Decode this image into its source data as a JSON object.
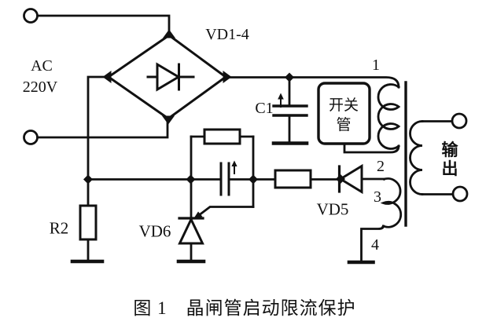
{
  "figure": {
    "caption": "图 1　晶闸管启动限流保护",
    "background": "#ffffff",
    "line_color": "#111111"
  },
  "labels": {
    "bridge_rectifier": "VD1-4",
    "ac_source_line1": "AC",
    "ac_source_line2": "220V",
    "capacitor": "C1",
    "resistor": "R2",
    "diode": "VD5",
    "thyristor": "VD6",
    "switch_tube_line1": "开关",
    "switch_tube_line2": "管",
    "output_line1": "输",
    "output_line2": "出",
    "winding_tap1": "1",
    "winding_tap2": "2",
    "winding_tap3": "3",
    "winding_tap4": "4"
  }
}
